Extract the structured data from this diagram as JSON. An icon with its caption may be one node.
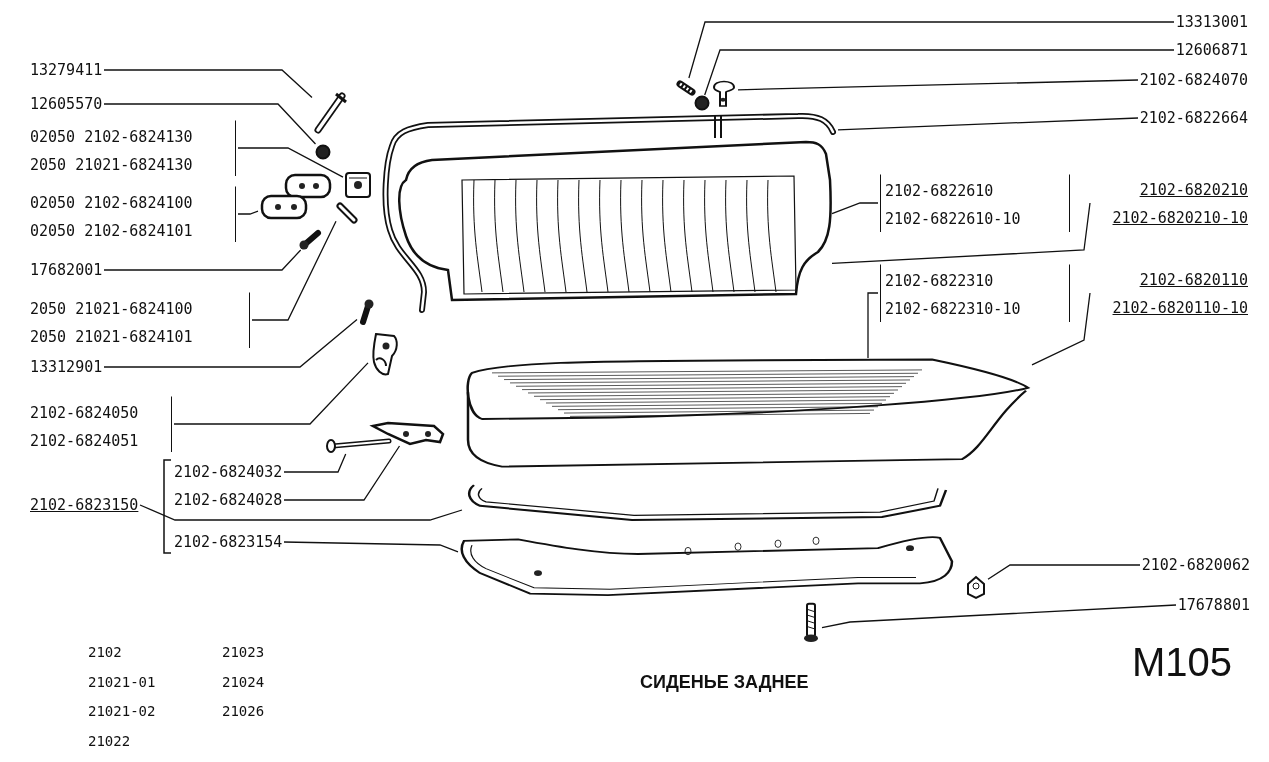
{
  "diagram": {
    "title": "СИДЕНЬЕ ЗАДНЕЕ",
    "nodes": [
      {
        "text": [
          "13279411"
        ]
      },
      {
        "text": [],
        "shape": "picture"
      },
      {
        "text": [
          "12605570"
        ]
      },
      {
        "text": [],
        "shape": "circle"
      },
      {
        "text": [
          "02050 2102-6824130",
          "2050 21021-6824130"
        ]
      },
      {
        "text": [],
        "shape": "picture"
      },
      {
        "text": [
          "02050 2102-6824100",
          "02050 2102-6824101"
        ]
      },
      {
        "text": [],
        "shape": "picture"
      },
      {
        "text": [
          "17682001"
        ]
      },
      {
        "text": [],
        "shape": "picture"
      },
      {
        "text": [
          "2050 21021-6824100",
          "2050 21021-6824101"
        ]
      },
      {
        "text": [],
        "shape": "picture"
      },
      {
        "text": [
          "13312901"
        ]
      },
      {
        "text": [],
        "shape": "picture"
      },
      {
        "text": [
          "2102-6824050",
          "2102-6824051"
        ]
      },
      {
        "text": [],
        "shape": "picture"
      },
      {
        "text": [
          "2102-6824032"
        ]
      },
      {
        "text": [],
        "shape": "picture"
      },
      {
        "text": [
          "2102-6824028"
        ]
      },
      {
        "text": [],
        "shape": "picture"
      },
      {
        "text": [
          "2102-6823150"
        ]
      },
      {
        "text": [],
        "shape": "picture"
      },
      {
        "text": [
          "2102-6823154"
        ]
      },
      {
        "text": [],
        "shape": "picture"
      },
      {
        "text": [
          "13313001"
        ]
      },
      {
        "text": [],
        "shape": "picture"
      },
      {
        "text": [
          "12606871"
        ]
      },
      {
        "text": [],
        "shape": "circle"
      },
      {
        "text": [
          "2102-6824070"
        ]
      },
      {
        "text": [],
        "shape": "picture"
      },
      {
        "text": [
          "2102-6822664"
        ]
      },
      {
        "text": [],
        "shape": "picture"
      },
      {
        "text": [
          "2102-6822610",
          "2102-6822610-10"
        ]
      },
      {
        "text": [],
        "shape": "picture",
        "in": 31
      },
      {
        "text": [
          "2102-6820210",
          "2102-6820210-10"
        ]
      },
      {
        "text": [
          "2102-6822310",
          "2102-6822310-10"
        ]
      },
      {
        "text": [
          "2102-6820110",
          "2102-6820110-10"
        ]
      },
      {
        "text": [],
        "shape": "picture"
      },
      {
        "text": [
          "2102-6820062"
        ]
      },
      {
        "text": [],
        "shape": "picture"
      },
      {
        "text": [
          "17678801"
        ]
      },
      {
        "text": [],
        "shape": "picture"
      }
    ],
    "edges": [
      {
        "from": 0,
        "to": 1,
        "arrow": "none"
      },
      {
        "from": 2,
        "to": 3,
        "arrow": "none"
      },
      {
        "from": 4,
        "to": 5,
        "arrow": "none"
      },
      {
        "from": 6,
        "to": 7,
        "arrow": "none"
      },
      {
        "from": 8,
        "to": 9,
        "arrow": "none"
      },
      {
        "from": 10,
        "to": 11,
        "arrow": "none"
      },
      {
        "from": 12,
        "to": 13,
        "arrow": "none"
      },
      {
        "from": 14,
        "to": 15,
        "arrow": "none"
      },
      {
        "from": 16,
        "to": 17,
        "arrow": "none"
      },
      {
        "from": 18,
        "to": 19,
        "arrow": "none"
      },
      {
        "from": 20,
        "to": 21,
        "arrow": "none"
      },
      {
        "from": 22,
        "to": 23,
        "arrow": "none"
      },
      {
        "from": 24,
        "to": 25,
        "arrow": "none"
      },
      {
        "from": 26,
        "to": 27,
        "arrow": "none"
      },
      {
        "from": 28,
        "to": 29,
        "arrow": "none"
      },
      {
        "from": 30,
        "to": 31,
        "arrow": "none"
      },
      {
        "from": 32,
        "to": 33,
        "arrow": "none"
      },
      {
        "from": 34,
        "to": 33,
        "arrow": "none"
      },
      {
        "from": 35,
        "to": 37,
        "arrow": "none"
      },
      {
        "from": 36,
        "to": 37,
        "arrow": "none"
      },
      {
        "from": 38,
        "to": 39,
        "arrow": "none"
      },
      {
        "from": 40,
        "to": 41,
        "arrow": "none"
      }
    ],
    "labels": [
      "2102",
      "21023",
      "21021-01",
      "21024",
      "21021-02",
      "21026",
      "21022",
      "M105"
    ]
  }
}
